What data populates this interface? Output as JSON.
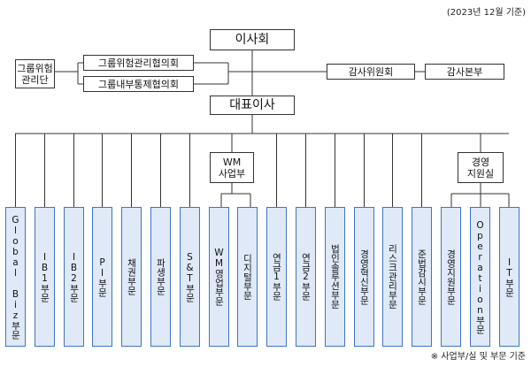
{
  "date_note": "(2023년 12월 기준)",
  "footnote": "※ 사업부/실 및 부문 기준",
  "top": {
    "board": "이사회",
    "risk_group_label": "그룹위험\n관리단",
    "risk_committee": "그룹위험관리협의회",
    "internal_control_committee": "그룹내부통제협의회",
    "audit_committee": "감사위원회",
    "audit_division": "감사본부",
    "ceo": "대표이사"
  },
  "groups": {
    "wm": "WM\n사업부",
    "management": "경영\n지원실"
  },
  "departments": [
    {
      "label": "Global Biz부문"
    },
    {
      "label": "IB1부문"
    },
    {
      "label": "IB2부문"
    },
    {
      "label": "PI부문"
    },
    {
      "label": "채권부문"
    },
    {
      "label": "파생부문"
    },
    {
      "label": "S&T부문"
    },
    {
      "label": "WM영업부문"
    },
    {
      "label": "디지털부문"
    },
    {
      "label": "연금1부문"
    },
    {
      "label": "연금2부문"
    },
    {
      "label": "법인솔루션부문"
    },
    {
      "label": "경영혁신부문"
    },
    {
      "label": "리스크관리부문"
    },
    {
      "label": "준법감시부문"
    },
    {
      "label": "경영지원부문"
    },
    {
      "label": "Operation부문"
    },
    {
      "label": "IT부문"
    }
  ]
}
